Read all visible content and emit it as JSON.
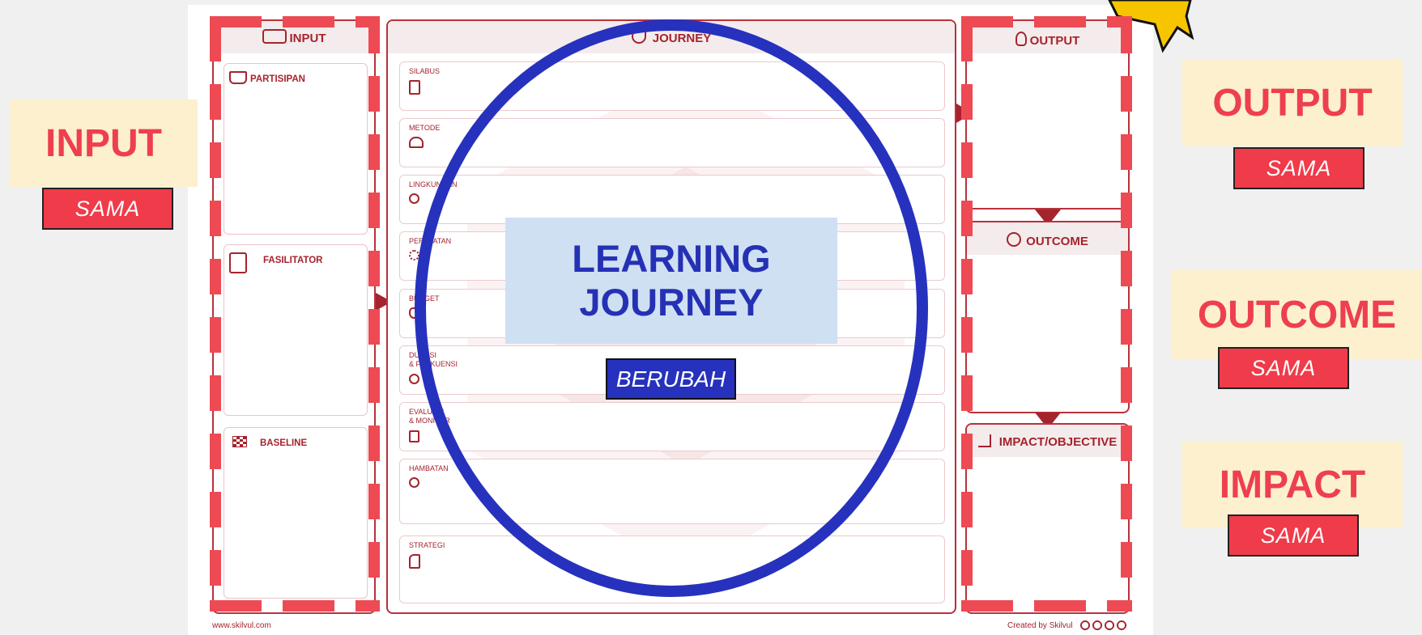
{
  "canvas": {
    "sections": {
      "input": {
        "title": "INPUT",
        "icon": "puzzle-icon"
      },
      "journey": {
        "title": "JOURNEY",
        "icon": "rocket-icon"
      },
      "output": {
        "title": "OUTPUT",
        "icon": "lightbulb-icon"
      },
      "outcome": {
        "title": "OUTCOME",
        "icon": "target-icon"
      },
      "impact": {
        "title": "IMPACT/OBJECTIVE",
        "icon": "chart-steps-icon"
      }
    },
    "input_cards": [
      {
        "label": "PARTISIPAN",
        "icon": "graduation-cap-icon"
      },
      {
        "label": "FASILITATOR",
        "icon": "teacher-board-icon"
      },
      {
        "label": "BASELINE",
        "icon": "checkered-flag-icon"
      }
    ],
    "journey_rows": [
      {
        "label": "SILABUS",
        "icon": "book-icon"
      },
      {
        "label": "METODE",
        "icon": "people-icon"
      },
      {
        "label": "LINGKUNGAN",
        "icon": "globe-icon"
      },
      {
        "label": "PERALATAN",
        "icon": "gear-icon"
      },
      {
        "label": "BUDGET",
        "icon": "money-bag-icon"
      },
      {
        "label": "DURASI\n& FREKUENSI",
        "icon": "clock-icon"
      },
      {
        "label": "EVALUASI\n& MONITOR",
        "icon": "checklist-icon"
      },
      {
        "label": "HAMBATAN",
        "icon": "prohibited-icon"
      },
      {
        "label": "STRATEGI",
        "icon": "chess-knight-icon"
      }
    ],
    "footer_left": "www.skilvul.com",
    "footer_right": "Created by Skilvul"
  },
  "side_labels": {
    "input": {
      "title": "INPUT",
      "tag": "SAMA"
    },
    "output": {
      "title": "OUTPUT",
      "tag": "SAMA"
    },
    "outcome": {
      "title": "OUTCOME",
      "tag": "SAMA"
    },
    "impact": {
      "title": "IMPACT",
      "tag": "SAMA"
    }
  },
  "center": {
    "title_line1": "LEARNING",
    "title_line2": "JOURNEY",
    "tag": "BERUBAH"
  },
  "colors": {
    "brand_red": "#a5232d",
    "dash_red": "#ee4a54",
    "ellipse_blue": "#2632bd",
    "label_bg": "#fdf0cf",
    "center_bg": "#cfe0f3"
  }
}
